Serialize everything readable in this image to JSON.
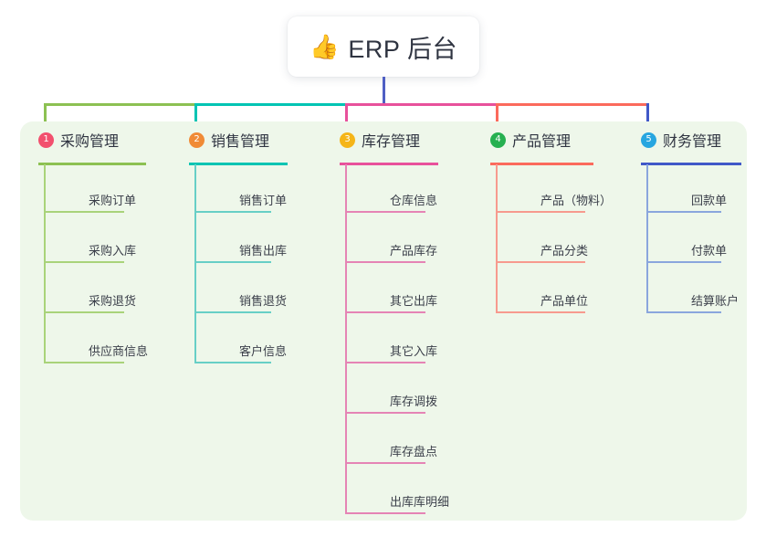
{
  "root": {
    "icon": "thumbs-up-icon",
    "emoji": "👍",
    "title": "ERP 后台"
  },
  "theme": {
    "page_background": "#ffffff",
    "panel_background": "#eef7ea",
    "root_stem": "#4f5fc4",
    "text": "#2f3441",
    "leaf_text": "#3b3f4a"
  },
  "columns": [
    {
      "index": "1",
      "title": "采购管理",
      "badge_color": "#f2506e",
      "line_color": "#8cc152",
      "leaf_line_color": "#a9d37a",
      "children": [
        {
          "label": "采购订单"
        },
        {
          "label": "采购入库"
        },
        {
          "label": "采购退货"
        },
        {
          "label": "供应商信息"
        }
      ]
    },
    {
      "index": "2",
      "title": "销售管理",
      "badge_color": "#f08b36",
      "line_color": "#00c4b3",
      "leaf_line_color": "#67cfc6",
      "children": [
        {
          "label": "销售订单"
        },
        {
          "label": "销售出库"
        },
        {
          "label": "销售退货"
        },
        {
          "label": "客户信息"
        }
      ]
    },
    {
      "index": "3",
      "title": "库存管理",
      "badge_color": "#f5b518",
      "line_color": "#e8519b",
      "leaf_line_color": "#e584b5",
      "children": [
        {
          "label": "仓库信息"
        },
        {
          "label": "产品库存"
        },
        {
          "label": "其它出库"
        },
        {
          "label": "其它入库"
        },
        {
          "label": "库存调拨"
        },
        {
          "label": "库存盘点"
        },
        {
          "label": "出库库明细"
        }
      ]
    },
    {
      "index": "4",
      "title": "产品管理",
      "badge_color": "#26b050",
      "line_color": "#fb6a5c",
      "leaf_line_color": "#f79a8e",
      "children": [
        {
          "label": "产品（物料）"
        },
        {
          "label": "产品分类"
        },
        {
          "label": "产品单位"
        }
      ]
    },
    {
      "index": "5",
      "title": "财务管理",
      "badge_color": "#27a6e0",
      "line_color": "#4058c8",
      "leaf_line_color": "#8aa6dd",
      "children": [
        {
          "label": "回款单"
        },
        {
          "label": "付款单"
        },
        {
          "label": "结算账户"
        }
      ]
    }
  ]
}
